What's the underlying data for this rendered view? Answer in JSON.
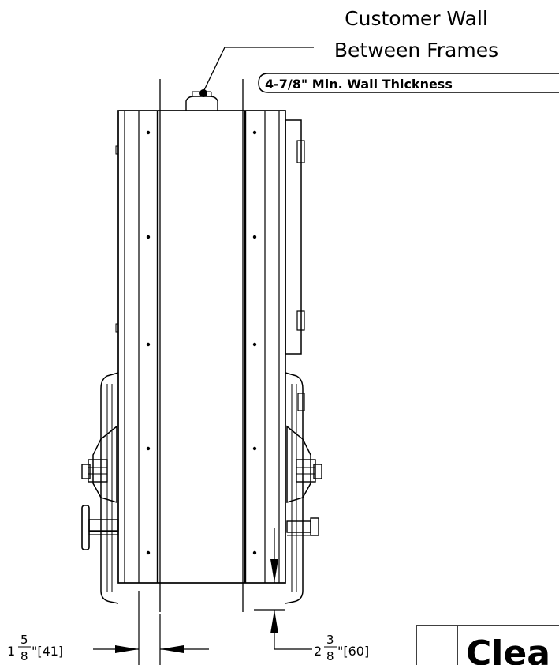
{
  "callout": {
    "line1": "Customer Wall",
    "line2": "Between Frames",
    "note": "4-7/8\" Min. Wall Thickness"
  },
  "dim_left": {
    "whole": "1",
    "num": "5",
    "den": "8",
    "tail": "\"[41]"
  },
  "dim_right": {
    "whole": "2",
    "num": "3",
    "den": "8",
    "tail": "\"[60]"
  },
  "title_block": {
    "text": "Clea"
  }
}
